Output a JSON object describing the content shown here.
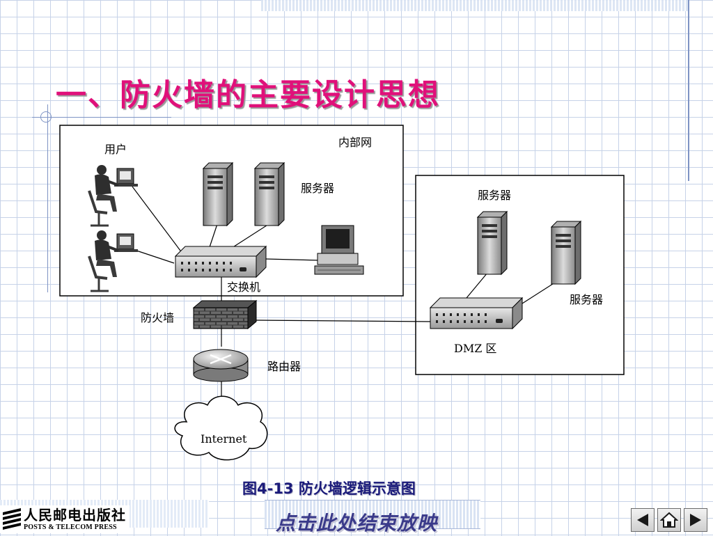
{
  "slide": {
    "title": "一、防火墙的主要设计思想",
    "caption": "图4-13  防火墙逻辑示意图",
    "end_show": "点击此处结束放映"
  },
  "publisher": {
    "name_cn": "人民邮电出版社",
    "name_en": "POSTS & TELECOM PRESS"
  },
  "diagram": {
    "internal_network_label": "内部网",
    "users_label": "用户",
    "servers_label": "服务器",
    "switch_label": "交换机",
    "firewall_label": "防火墙",
    "router_label": "路由器",
    "internet_label": "Internet",
    "dmz_servers_label": "服务器",
    "dmz_server2_label": "服务器",
    "dmz_label": "DMZ 区"
  },
  "navigation": {
    "buttons": [
      "previous",
      "home",
      "next"
    ]
  },
  "icons": {
    "previous": "triangle-left-icon",
    "home": "house-icon",
    "next": "triangle-right-icon"
  }
}
